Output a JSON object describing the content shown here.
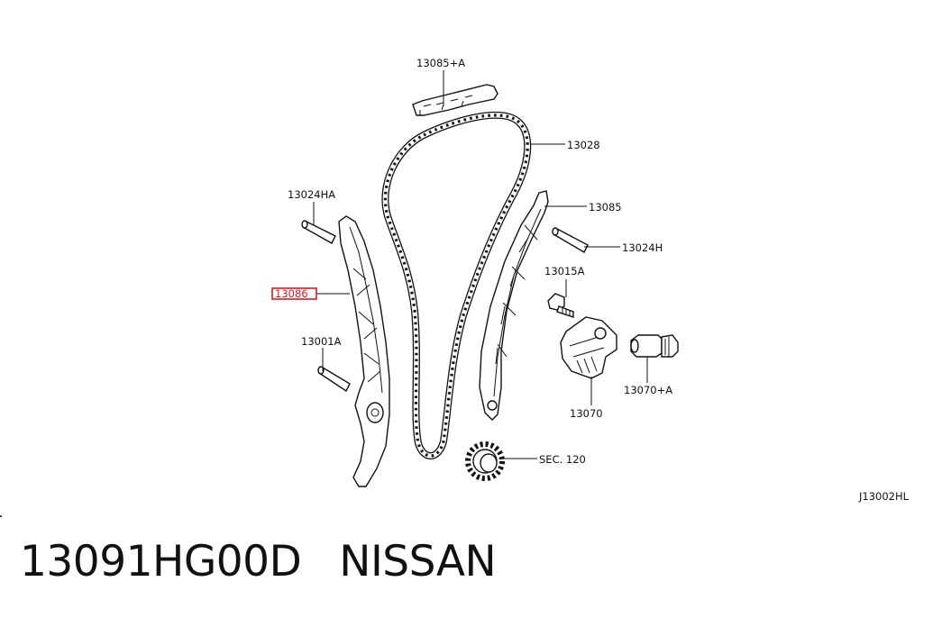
{
  "diagram": {
    "callouts": [
      {
        "id": "chain-guide-upper",
        "text": "13085+A"
      },
      {
        "id": "timing-chain",
        "text": "13028"
      },
      {
        "id": "chain-guide-right",
        "text": "13085"
      },
      {
        "id": "pin-left-upper",
        "text": "13024HA"
      },
      {
        "id": "pin-right",
        "text": "13024H"
      },
      {
        "id": "bolt",
        "text": "13015A"
      },
      {
        "id": "slack-guide-highlighted",
        "text": "13086"
      },
      {
        "id": "pin-left-lower",
        "text": "13001A"
      },
      {
        "id": "tensioner",
        "text": "13070"
      },
      {
        "id": "tensioner-plunger",
        "text": "13070+A"
      },
      {
        "id": "crank-sprocket-ref",
        "text": "SEC. 120"
      }
    ],
    "diagram_code": "J13002HL",
    "highlight_color": "#e8141b"
  },
  "footer": {
    "part_number": "13091HG00D",
    "brand": "NISSAN"
  }
}
